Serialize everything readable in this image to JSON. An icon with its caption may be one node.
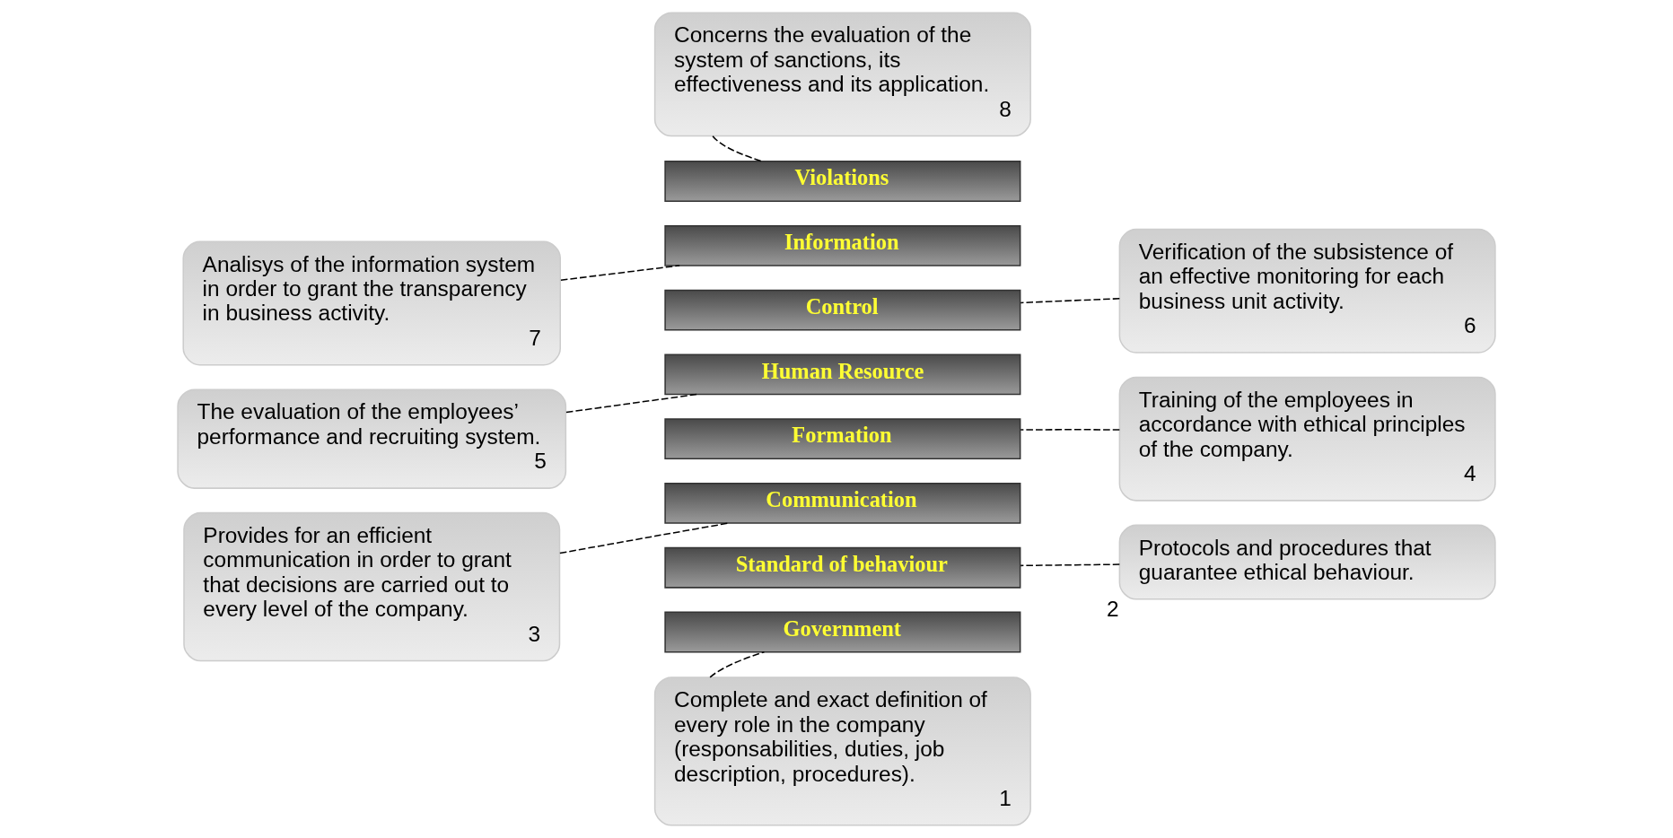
{
  "diagram": {
    "nodes": [
      {
        "text": [
          "Analisys of the information system in order to grant the transparency in business activity.",
          "7"
        ]
      },
      {
        "text": [
          "Concerns the evaluation of the system of sanctions, its effectiveness and its application.",
          "8"
        ]
      },
      {
        "text": [
          "Verification of the subsistence of an effective monitoring for each business unit activity.",
          "6"
        ]
      },
      {
        "text": [
          "The evaluation of the employees’ performance and recruiting system.",
          "5"
        ]
      },
      {
        "text": [
          "Training of the employees in accordance with ethical principles of the company.",
          "4"
        ]
      },
      {
        "text": [
          "Provides for an efficient communication in order to grant that decisions are carried out to every level of the company.",
          "3"
        ]
      },
      {
        "text": [
          "Complete and exact definition of every role in the company (responsabilities, duties, job description, procedures).",
          "1"
        ]
      },
      {
        "text": [
          "Protocols and procedures that guarantee ethical behaviour."
        ],
        "beside": [
          "2"
        ]
      },
      {
        "text": [
          "Violations"
        ]
      },
      {
        "text": [
          "Information"
        ]
      },
      {
        "text": [
          "Control"
        ]
      },
      {
        "text": [
          "Human Resource"
        ]
      },
      {
        "text": [
          "Formation"
        ]
      },
      {
        "text": [
          "Communication"
        ]
      },
      {
        "text": [
          "Standard of behaviour"
        ]
      },
      {
        "text": [
          "Government"
        ]
      }
    ],
    "edges": [
      {
        "from": 1,
        "to": 8,
        "arrow": "none",
        "style": "dashed"
      },
      {
        "from": 0,
        "to": 9,
        "arrow": "none",
        "style": "dashed"
      },
      {
        "from": 2,
        "to": 10,
        "arrow": "none",
        "style": "dashed"
      },
      {
        "from": 3,
        "to": 11,
        "arrow": "none",
        "style": "dashed"
      },
      {
        "from": 4,
        "to": 12,
        "arrow": "none",
        "style": "dashed"
      },
      {
        "from": 5,
        "to": 13,
        "arrow": "none",
        "style": "dashed"
      },
      {
        "from": 7,
        "to": 14,
        "arrow": "none",
        "style": "dashed"
      },
      {
        "from": 6,
        "to": 15,
        "arrow": "none",
        "style": "dashed"
      }
    ]
  }
}
